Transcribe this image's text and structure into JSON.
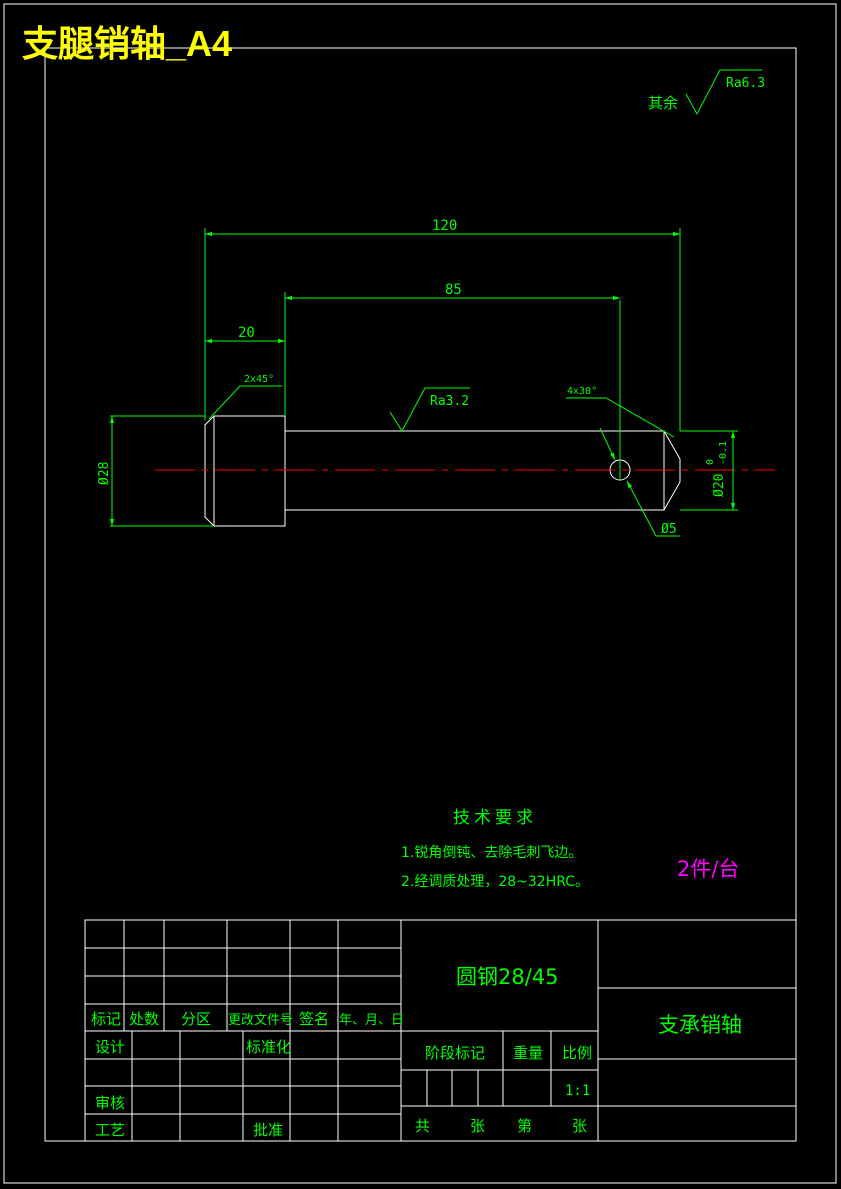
{
  "drawing_title": "支腿销轴_A4",
  "roughness": {
    "general_prefix": "其余",
    "general_value": "Ra6.3",
    "surface_value": "Ra3.2"
  },
  "dimensions": {
    "overall_length": "120",
    "shaft_length": "85",
    "head_length": "20",
    "head_chamfer": "2x45°",
    "end_chamfer": "4x30°",
    "head_diameter": "Ø28",
    "shaft_diameter": "Ø20",
    "shaft_tol_upper": "0",
    "shaft_tol_lower": "-0.1",
    "hole_diameter": "Ø5"
  },
  "tech_requirements": {
    "heading": "技术要求",
    "items": [
      "1.锐角倒钝、去除毛刺飞边。",
      "2.经调质处理，28~32HRC。"
    ]
  },
  "quantity_note": "2件/台",
  "title_block": {
    "material": "圆钢28/45",
    "part_name": "支承销轴",
    "rev_headers": [
      "标记",
      "处数",
      "分区",
      "更改文件号",
      "签名",
      "年、月、日"
    ],
    "design": "设计",
    "standardize": "标准化",
    "review": "审核",
    "process": "工艺",
    "approve": "批准",
    "stage_mark": "阶段标记",
    "weight": "重量",
    "scale_label": "比例",
    "scale_value": "1:1",
    "sheet_total": "共",
    "sheet_unit1": "张",
    "sheet_no": "第",
    "sheet_unit2": "张"
  }
}
